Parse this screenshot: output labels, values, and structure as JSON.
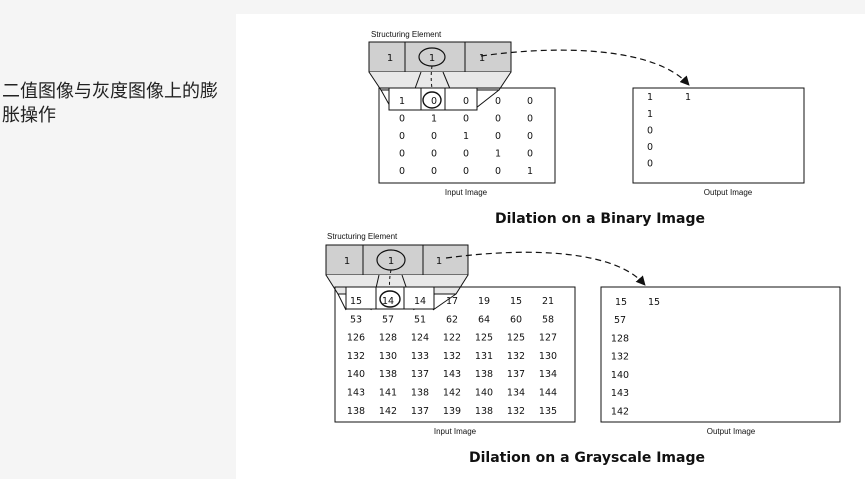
{
  "side_caption": "二值图像与灰度图像上的膨胀操作",
  "binary": {
    "title": "Dilation on a Binary Image",
    "se_label": "Structuring Element",
    "input_label": "Input Image",
    "output_label": "Output Image",
    "se": [
      "1",
      "1",
      "1"
    ],
    "input": [
      [
        "1",
        "0",
        "0",
        "0",
        "0"
      ],
      [
        "0",
        "1",
        "0",
        "0",
        "0"
      ],
      [
        "0",
        "0",
        "1",
        "0",
        "0"
      ],
      [
        "0",
        "0",
        "0",
        "1",
        "0"
      ],
      [
        "0",
        "0",
        "0",
        "0",
        "1"
      ]
    ],
    "output_row": [
      "1",
      "1"
    ],
    "output_col": [
      "1",
      "0",
      "0",
      "0"
    ]
  },
  "gray": {
    "title": "Dilation on a Grayscale Image",
    "se_label": "Structuring Element",
    "input_label": "Input Image",
    "output_label": "Output Image",
    "se": [
      "1",
      "1",
      "1"
    ],
    "input": [
      [
        "15",
        "14",
        "14",
        "17",
        "19",
        "15",
        "21"
      ],
      [
        "53",
        "57",
        "51",
        "62",
        "64",
        "60",
        "58"
      ],
      [
        "126",
        "128",
        "124",
        "122",
        "125",
        "125",
        "127"
      ],
      [
        "132",
        "130",
        "133",
        "132",
        "131",
        "132",
        "130"
      ],
      [
        "140",
        "138",
        "137",
        "143",
        "138",
        "137",
        "134"
      ],
      [
        "143",
        "141",
        "138",
        "142",
        "140",
        "134",
        "144"
      ],
      [
        "138",
        "142",
        "137",
        "139",
        "138",
        "132",
        "135"
      ]
    ],
    "output_row": [
      "15",
      "15"
    ],
    "output_col": [
      "57",
      "128",
      "132",
      "140",
      "143",
      "142"
    ]
  }
}
